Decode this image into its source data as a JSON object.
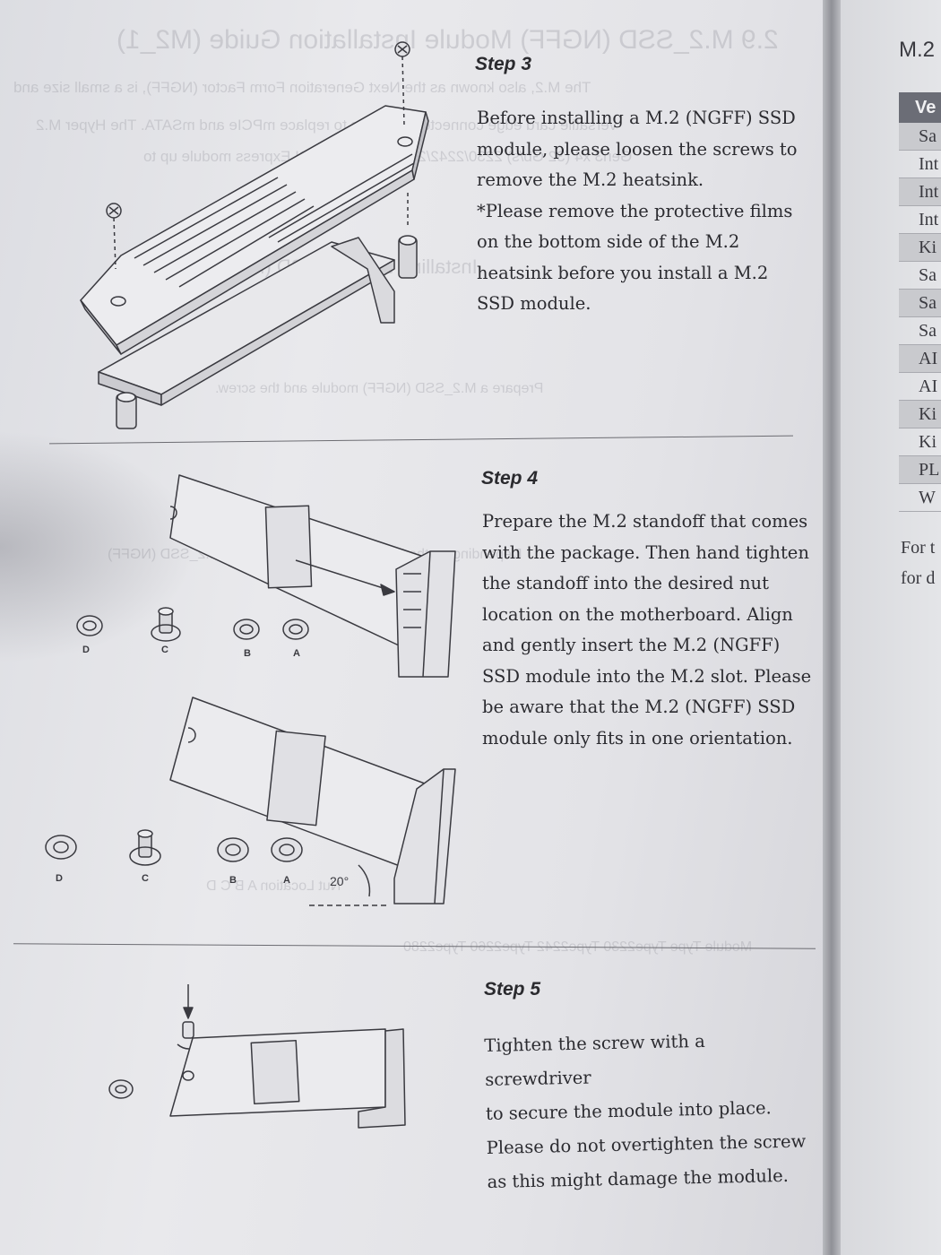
{
  "step3": {
    "title": "Step 3",
    "body": "Before installing a M.2 (NGFF) SSD\nmodule, please loosen the screws to\nremove the M.2 heatsink.\n*Please remove the protective films\non the  bottom side of the M.2\nheatsink before you install a M.2\nSSD module."
  },
  "step4": {
    "title": "Step 4",
    "body": "Prepare the M.2 standoff that comes\nwith the package. Then hand tighten\nthe standoff into the desired nut\nlocation on the motherboard. Align\nand gently insert the M.2 (NGFF)\nSSD module into the M.2 slot. Please\nbe aware that the M.2 (NGFF) SSD\nmodule only fits in one orientation.",
    "nut_labels": [
      "D",
      "C",
      "B",
      "A"
    ],
    "angle_label": "20°"
  },
  "step5": {
    "title": "Step 5",
    "body": "Tighten the screw with a screwdriver\nto secure the module into place.\nPlease do not overtighten the screw\nas this might damage the module."
  },
  "right_page": {
    "title": "M.2",
    "table_header": "Ve",
    "rows": [
      "Sa",
      "Int",
      "Int",
      "Int",
      "Ki",
      "Sa",
      "Sa",
      "Sa",
      "AI",
      "AI",
      "Ki",
      "Ki",
      "PL",
      "W"
    ],
    "footer_lines": [
      "For t",
      "for d"
    ]
  },
  "colors": {
    "ink": "#2b2b30",
    "line": "#4a4a50",
    "paper": "#e6e6ea"
  }
}
